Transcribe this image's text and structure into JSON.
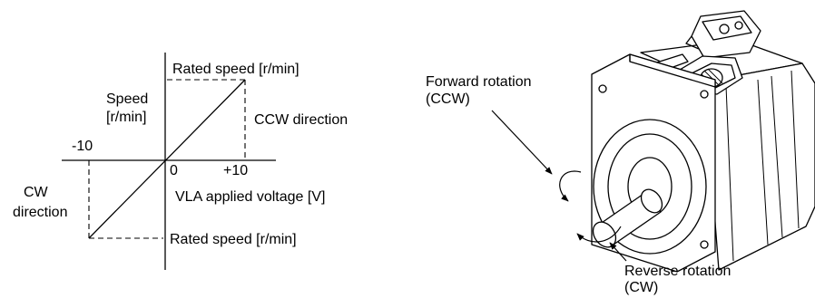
{
  "graph": {
    "speed_label_line1": "Speed",
    "speed_label_line2": "[r/min]",
    "rated_speed_top": "Rated speed [r/min]",
    "rated_speed_bottom": "Rated speed [r/min]",
    "ccw_direction": "CCW direction",
    "cw_line1": "CW",
    "cw_line2": "direction",
    "tick_neg10": "-10",
    "tick_zero": "0",
    "tick_pos10": "+10",
    "x_axis_label": "VLA applied voltage [V]"
  },
  "motor": {
    "forward_line1": "Forward rotation",
    "forward_line2": "(CCW)",
    "reverse_line1": "Reverse rotation",
    "reverse_line2": "(CW)"
  }
}
